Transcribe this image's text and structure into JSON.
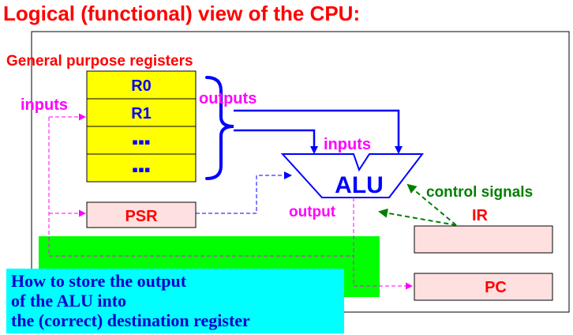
{
  "title": "Logical (functional) view of the CPU:",
  "registers": {
    "heading": "General purpose registers",
    "cells": [
      "R0",
      "R1",
      "▪▪▪",
      "▪▪▪"
    ]
  },
  "labels": {
    "inputs_left": "inputs",
    "outputs": "outputs",
    "alu_inputs": "inputs",
    "alu": "ALU",
    "output": "output",
    "control_signals": "control signals",
    "psr": "PSR",
    "ir": "IR",
    "pc": "PC"
  },
  "note": {
    "lines": [
      "How to store the output",
      "of the ALU into",
      "the (correct) destination register"
    ]
  },
  "colors": {
    "register_fill": "#ffff00",
    "box_fill": "#ffe0e0",
    "highlight_green": "#00ff00",
    "note_bg": "#00ffff",
    "wire_blue": "#0000ff",
    "wire_magenta": "#ff00ff",
    "wire_green": "#008000"
  }
}
